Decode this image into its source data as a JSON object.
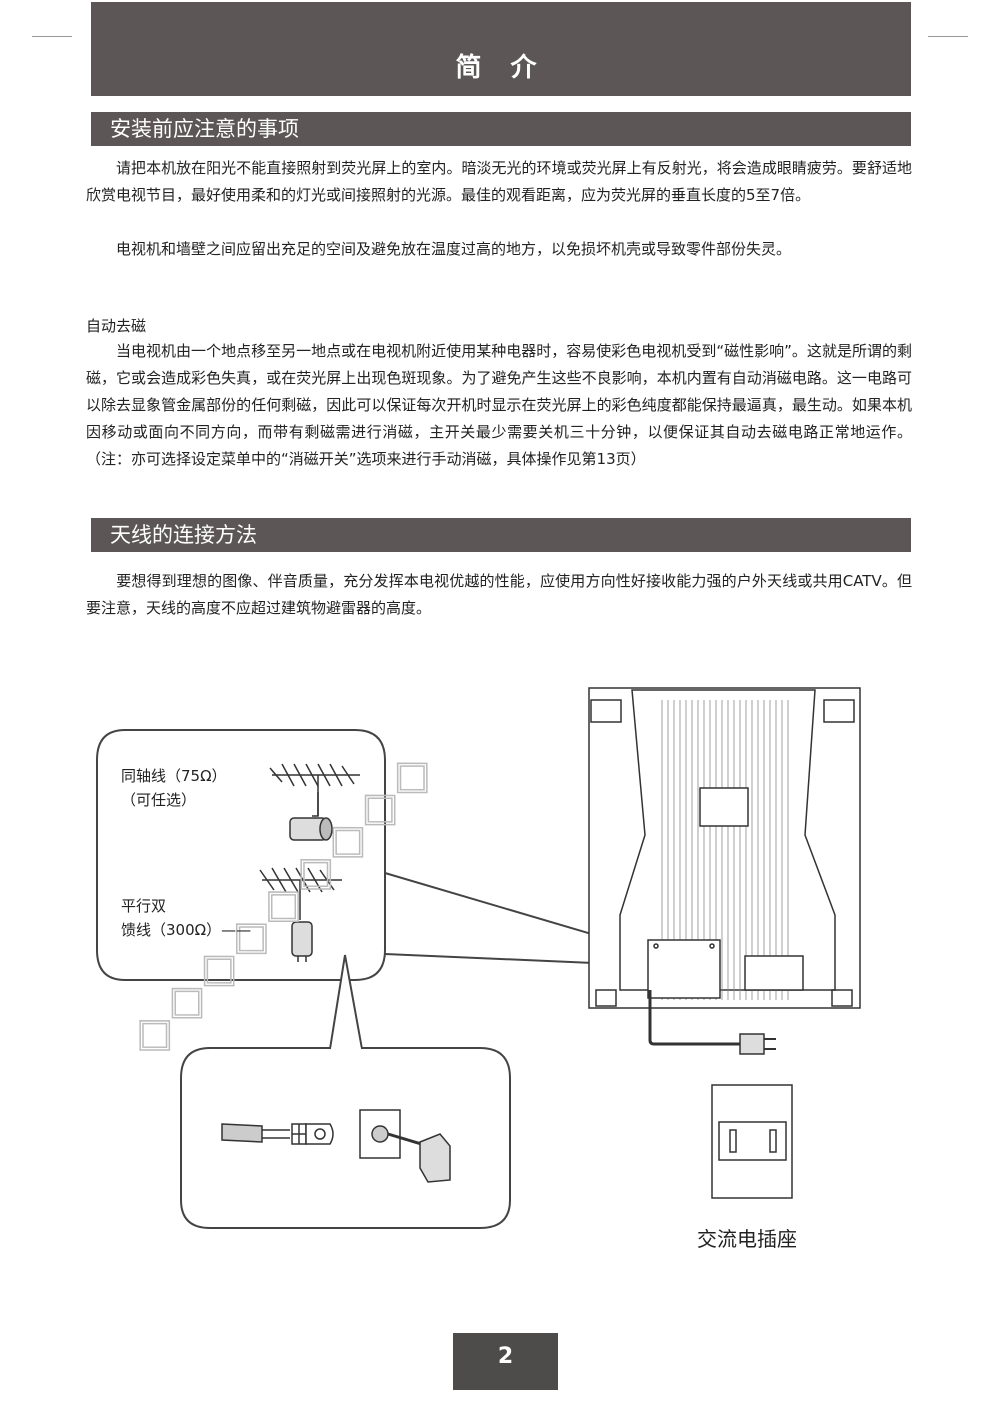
{
  "header": {
    "title": "简 介"
  },
  "section1": {
    "heading": "安装前应注意的事项",
    "para1": "　　请把本机放在阳光不能直接照射到荧光屏上的室内。暗淡无光的环境或荧光屏上有反射光，将会造成眼睛疲劳。要舒适地欣赏电视节目，最好使用柔和的灯光或间接照射的光源。最佳的观看距离，应为荧光屏的垂直长度的5至7倍。",
    "para2": "　　电视机和墙壁之间应留出充足的空间及避免放在温度过高的地方，以免损坏机壳或导致零件部份失灵。",
    "subheading": "自动去磁",
    "para3": "　　当电视机由一个地点移至另一地点或在电视机附近使用某种电器时，容易使彩色电视机受到“磁性影响”。这就是所谓的剩磁，它或会造成彩色失真，或在荧光屏上出现色斑现象。为了避免产生这些不良影响，本机内置有自动消磁电路。这一电路可以除去显象管金属部份的任何剩磁，因此可以保证每次开机时显示在荧光屏上的彩色纯度都能保持最逼真，最生动。如果本机因移动或面向不同方向，而带有剩磁需进行消磁，主开关最少需要关机三十分钟，以便保证其自动去磁电路正常地运作。（注：亦可选择设定菜单中的“消磁开关”选项来进行手动消磁，具体操作见第13页）"
  },
  "section2": {
    "heading": "天线的连接方法",
    "para": "　　要想得到理想的图像、伴音质量，充分发挥本电视优越的性能，应使用方向性好接收能力强的户外天线或共用CATV。但要注意，天线的高度不应超过建筑物避雷器的高度。"
  },
  "diagram": {
    "coax_label_1": "同轴线（75Ω）",
    "coax_label_2": "（可任选）",
    "twin_label_1": "平行双",
    "twin_label_2": "馈线（300Ω）——",
    "outlet_label": "交流电插座"
  },
  "footer": {
    "page_number": "2"
  },
  "colors": {
    "bar": "#5c5756",
    "page_box": "#4e4b4b"
  }
}
